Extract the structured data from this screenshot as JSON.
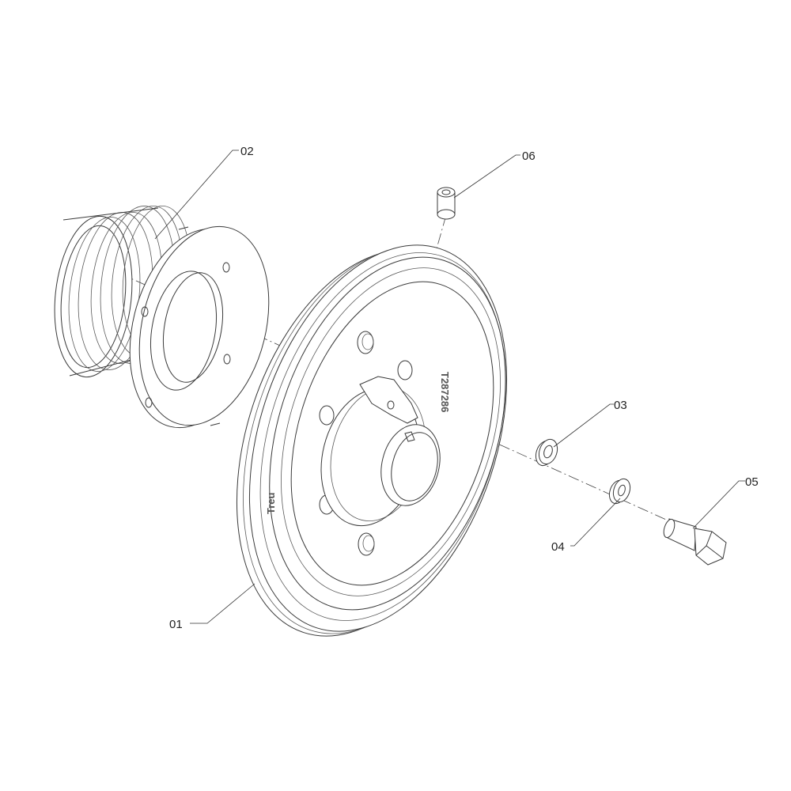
{
  "drawing": {
    "callouts": [
      {
        "id": "01"
      },
      {
        "id": "02"
      },
      {
        "id": "03"
      },
      {
        "id": "04"
      },
      {
        "id": "05"
      },
      {
        "id": "06"
      }
    ],
    "engravings": {
      "part_number": "T287286",
      "brand": "Treu"
    }
  }
}
